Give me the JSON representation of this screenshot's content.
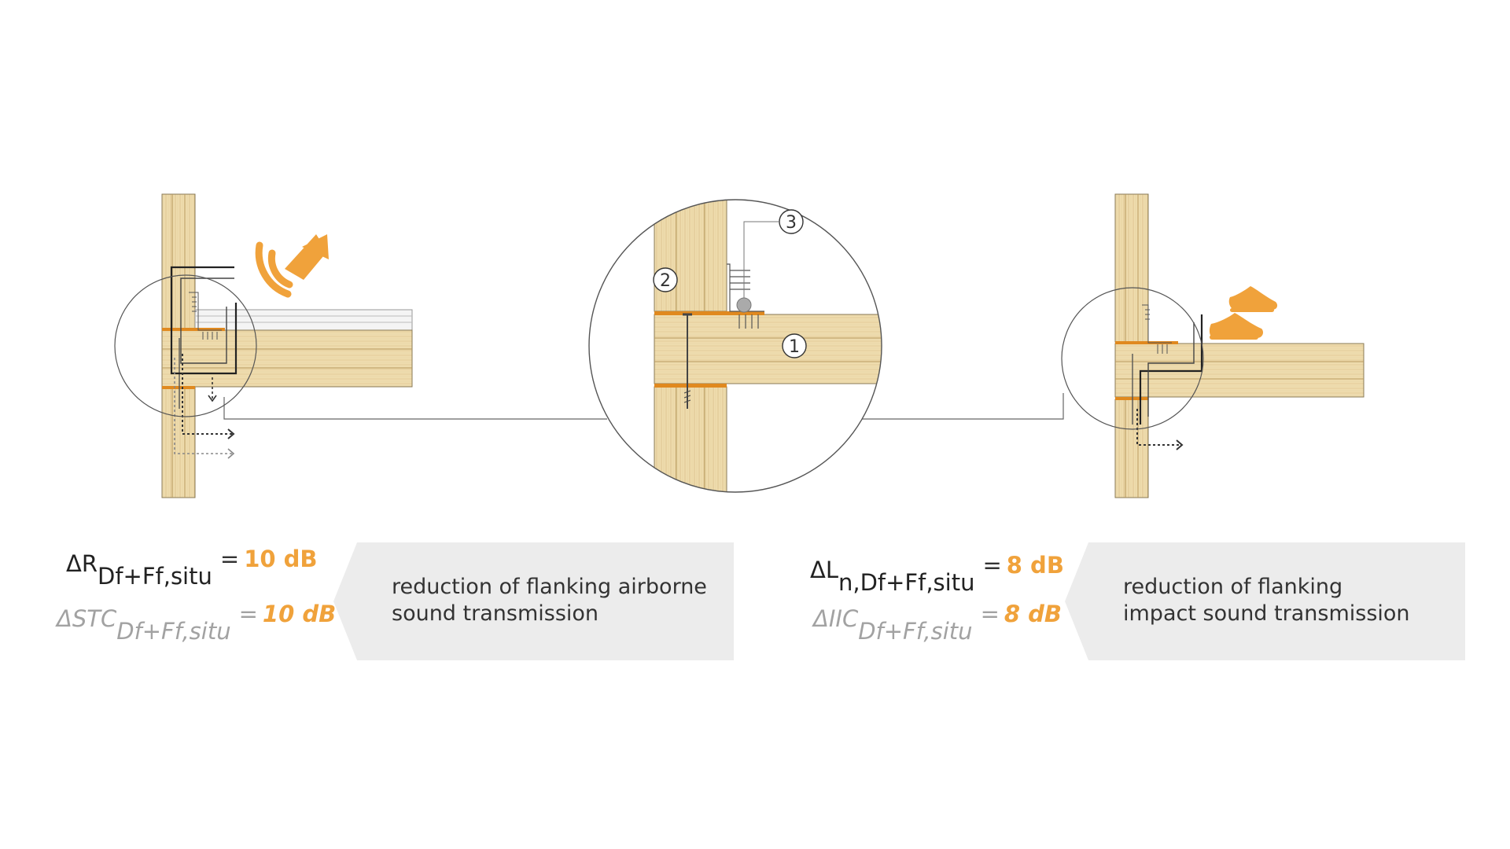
{
  "details": {
    "left": {
      "formula_main": {
        "symbol": "ΔR",
        "subscript": "Df+Ff,situ",
        "equals": "=",
        "value": "10 dB"
      },
      "formula_alt": {
        "symbol": "ΔSTC",
        "subscript": "Df+Ff,situ",
        "equals": "=",
        "value": "10 dB"
      },
      "description": [
        "reduction of flanking airborne",
        "sound transmission"
      ],
      "icon": "speaker-icon"
    },
    "right": {
      "formula_main": {
        "symbol": "ΔL",
        "subscript": "n,Df+Ff,situ",
        "equals": "=",
        "value": "8 dB"
      },
      "formula_alt": {
        "symbol": "ΔIIC",
        "subscript": "Df+Ff,situ",
        "equals": "=",
        "value": "8 dB"
      },
      "description": [
        "reduction of flanking",
        "impact sound transmission"
      ],
      "icon": "footsteps-icon"
    },
    "callouts": [
      "1",
      "2",
      "3"
    ]
  },
  "colors": {
    "accent": "#f0a23b",
    "wood": "#efdcae",
    "wood_line": "#c9a86a",
    "panel": "#ececec",
    "grey_text": "#a2a2a2"
  }
}
